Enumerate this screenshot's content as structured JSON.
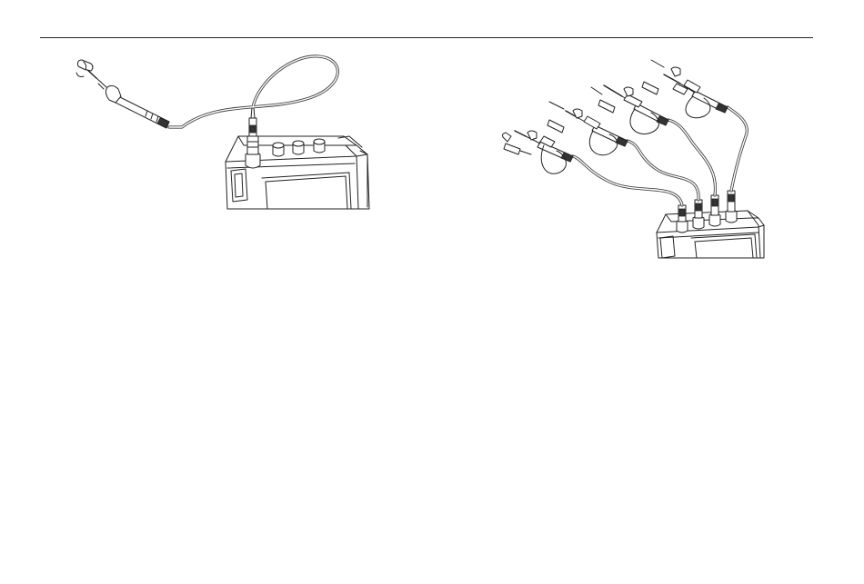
{
  "page": {
    "figures": [
      {
        "icon": "single-probe-connected-scope-illustration",
        "probe_count": 1,
        "input_sockets": 3
      },
      {
        "icon": "four-probes-connected-scope-illustration",
        "probe_count": 4,
        "input_sockets": 4
      }
    ]
  }
}
